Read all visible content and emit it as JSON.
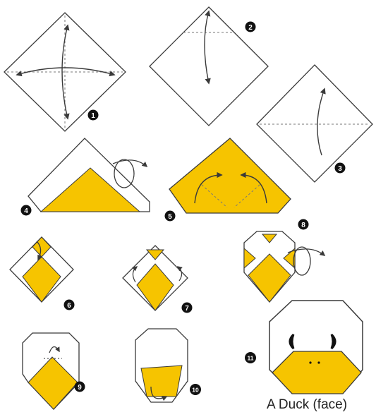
{
  "colors": {
    "paper": "#ffffff",
    "fold": "#f6c400",
    "line": "#3a3a3a",
    "badge": "#111111",
    "badge_text": "#ffffff",
    "dash": "#555555",
    "eye": "#111111"
  },
  "steps": [
    {
      "number": "1"
    },
    {
      "number": "2"
    },
    {
      "number": "3"
    },
    {
      "number": "4"
    },
    {
      "number": "5"
    },
    {
      "number": "6"
    },
    {
      "number": "7"
    },
    {
      "number": "8"
    },
    {
      "number": "9"
    },
    {
      "number": "10"
    },
    {
      "number": "11"
    }
  ],
  "caption": "A Duck (face)"
}
